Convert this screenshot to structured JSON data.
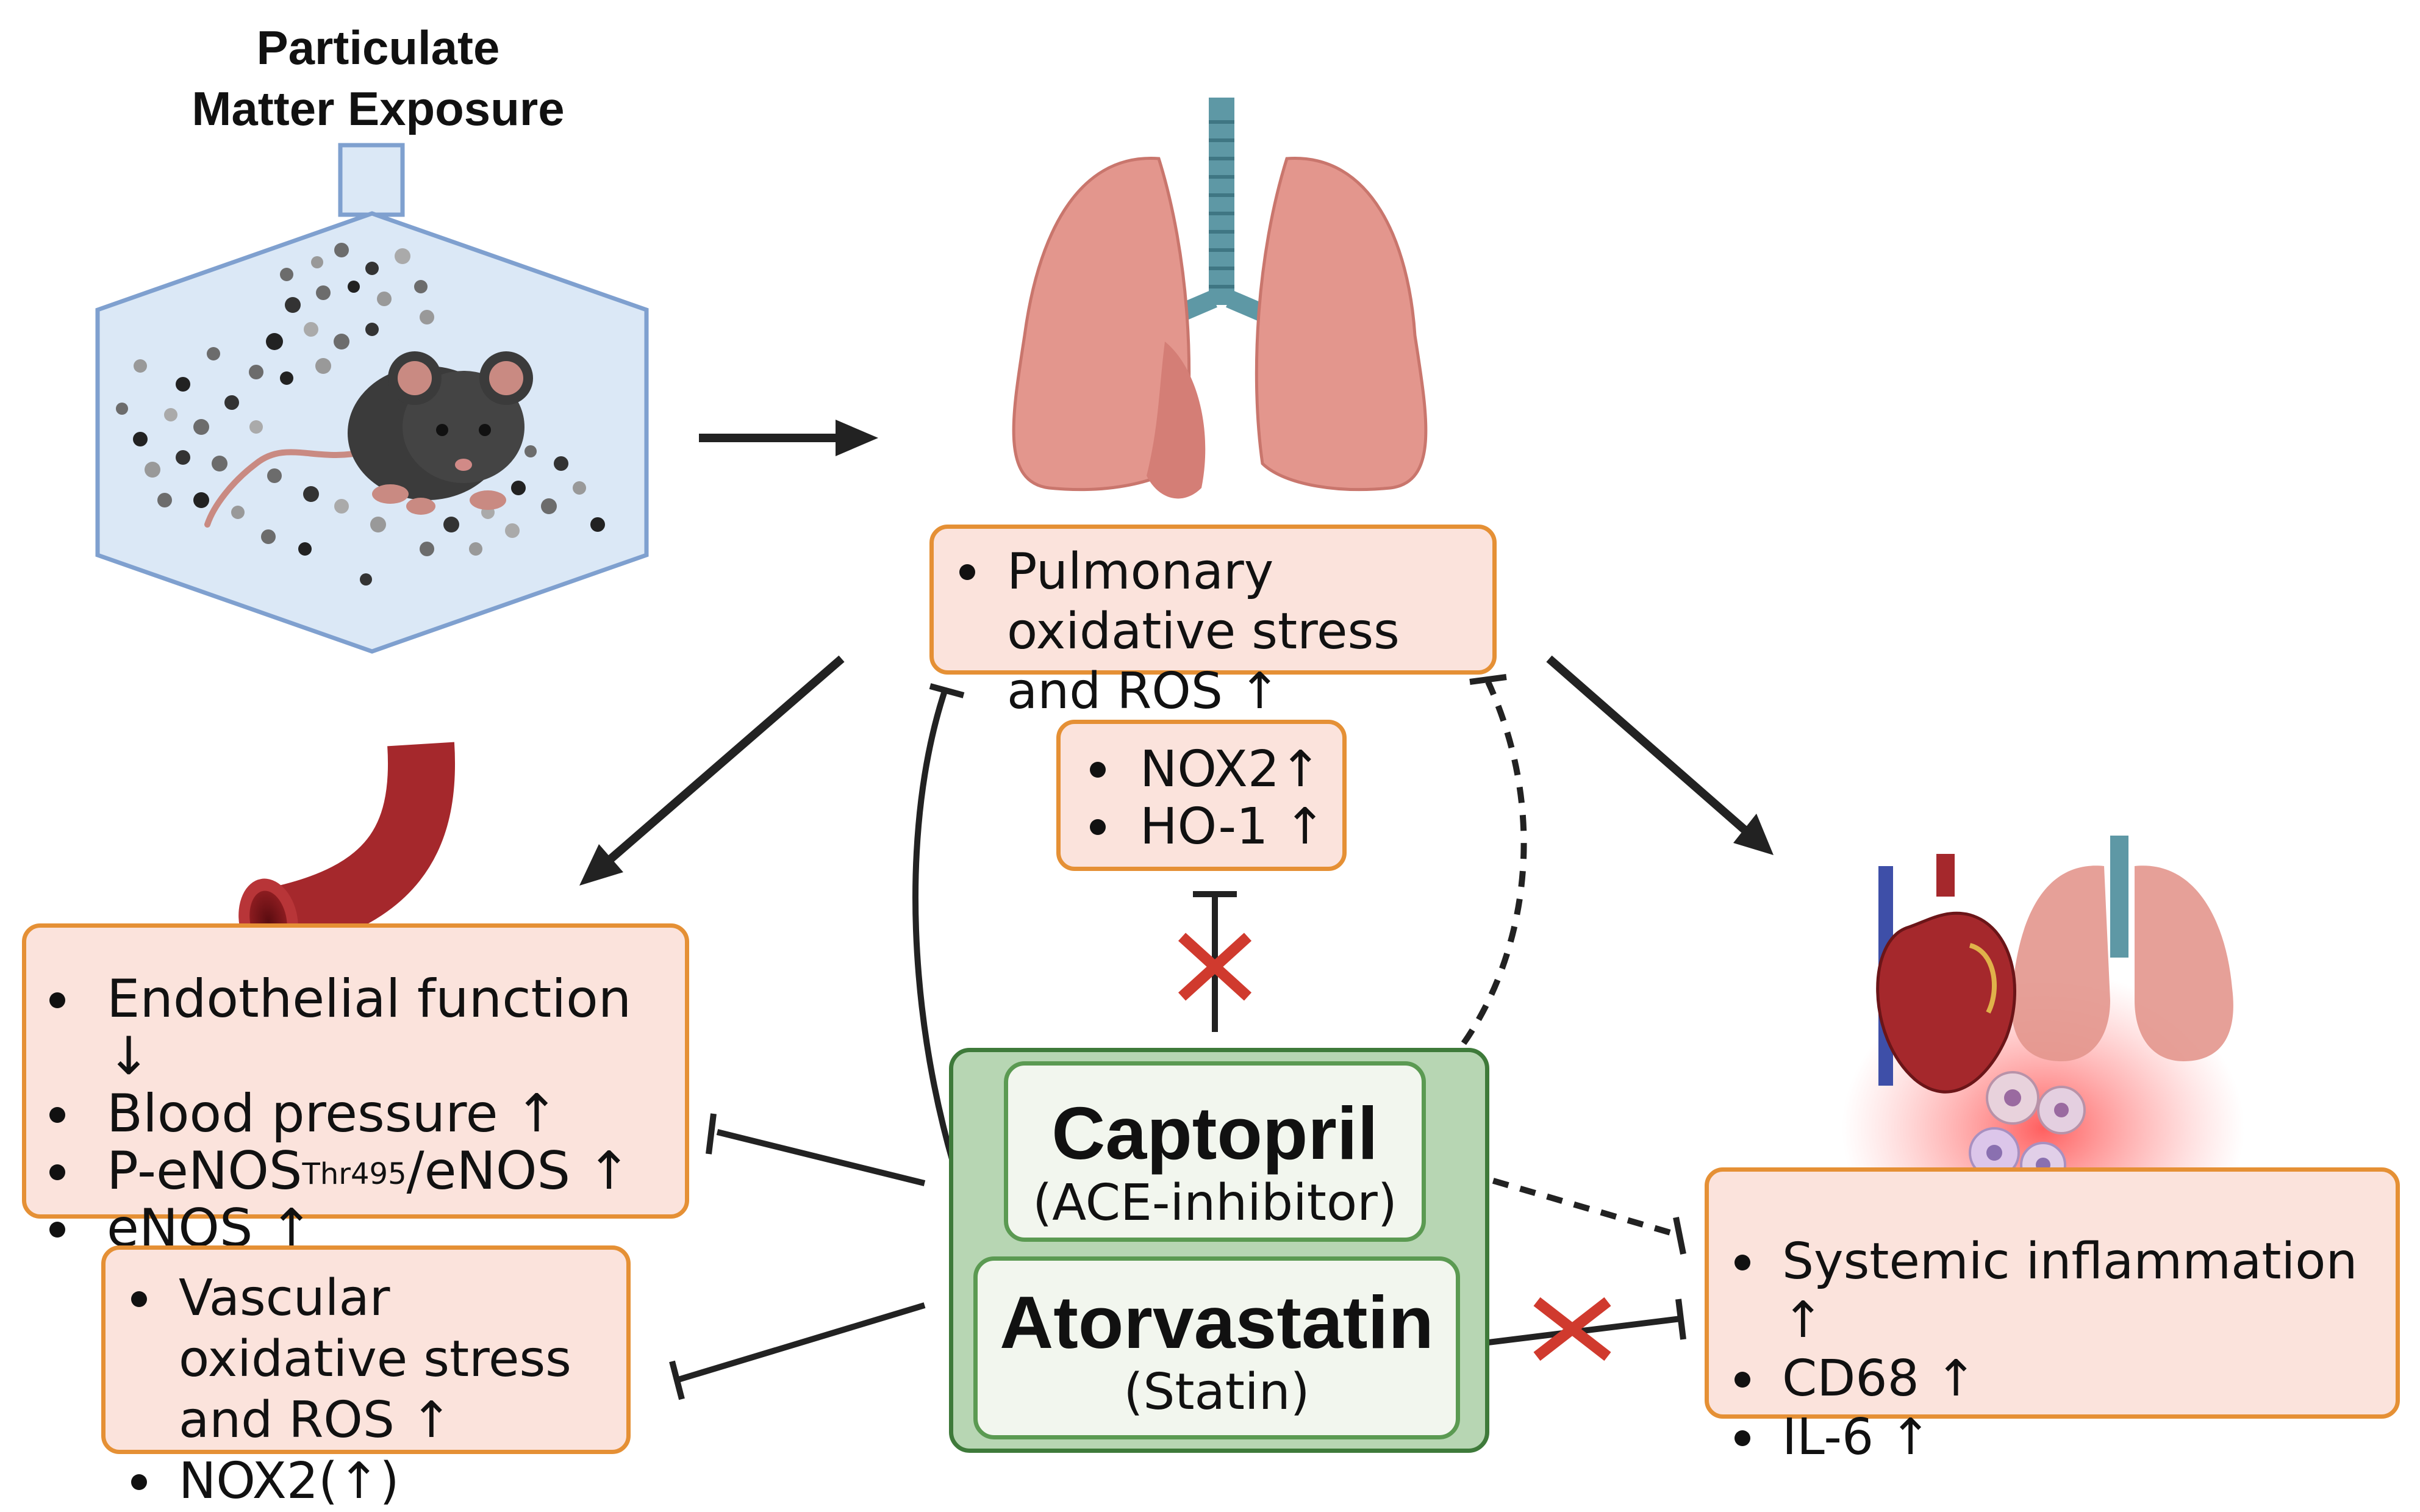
{
  "exposure_title_line1": "Particulate",
  "exposure_title_line2": "Matter Exposure",
  "pulmonary_box": {
    "items": [
      "Pulmonary oxidative stress and ROS ↑"
    ]
  },
  "nox_box": {
    "items": [
      "NOX2↑",
      "HO-1 ↑"
    ]
  },
  "endothelial_box": {
    "items": [
      "Endothelial function ↓",
      "Blood pressure ↑",
      "eNOS ↑"
    ],
    "peNOS_prefix": "P-eNOS",
    "peNOS_sup": "Thr495",
    "peNOS_suffix": "/eNOS ↑"
  },
  "vascular_box": {
    "items": [
      "Vascular oxidative stress and ROS ↑",
      "NOX2(↑)"
    ]
  },
  "systemic_box": {
    "items": [
      "Systemic inflammation ↑",
      "CD68 ↑",
      "IL-6 ↑"
    ]
  },
  "drugs": {
    "captopril": {
      "name": "Captopril",
      "class": "(ACE-inhibitor)"
    },
    "atorvastatin": {
      "name": "Atorvastatin",
      "class": "(Statin)"
    }
  },
  "colors": {
    "box_fill": "#fbe3dc",
    "box_border": "#e59035",
    "drug_group_fill": "#b7d6b3",
    "drug_border": "#3e7a3a",
    "arrow": "#222222",
    "block_cross": "#d03a2e",
    "lung": "#e3968d",
    "trachea": "#5e98a5",
    "vessel": "#a5282c"
  }
}
